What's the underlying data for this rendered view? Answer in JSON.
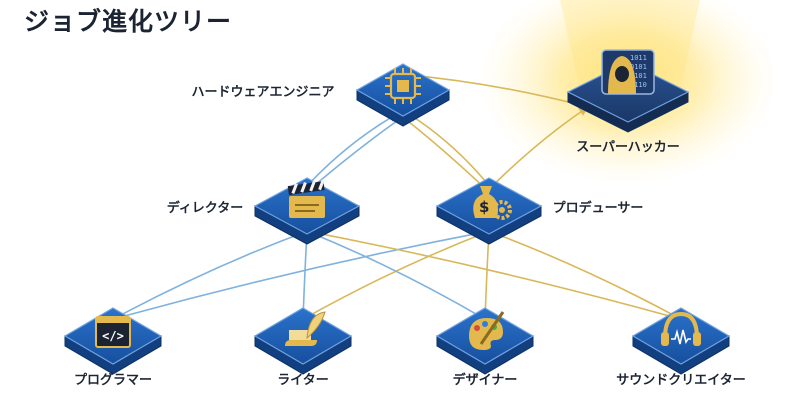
{
  "title": "ジョブ進化ツリー",
  "colors": {
    "tile_top": "#1f5fb5",
    "tile_side": "#123f80",
    "tile_border": "#0d2f63",
    "icon_gold": "#e3b94e",
    "blue_arrow": "#7fb2dd",
    "gold_arrow": "#d9b85a",
    "glow": "#ffd54a",
    "hacker_tile": "#1f3f74"
  },
  "nodes": {
    "super_hacker": {
      "label": "スーパーハッカー",
      "icon": "hooded-hacker-icon"
    },
    "hardware_eng": {
      "label": "ハードウェアエンジニア",
      "icon": "chip-icon"
    },
    "director": {
      "label": "ディレクター",
      "icon": "clapperboard-icon"
    },
    "producer": {
      "label": "プロデューサー",
      "icon": "money-bag-gear-icon"
    },
    "programmer": {
      "label": "プログラマー",
      "icon": "code-window-icon"
    },
    "writer": {
      "label": "ライター",
      "icon": "quill-scroll-icon"
    },
    "designer": {
      "label": "デザイナー",
      "icon": "palette-icon"
    },
    "sound_creator": {
      "label": "サウンドクリエイター",
      "icon": "headphones-icon"
    }
  },
  "edges": [
    {
      "from": "programmer",
      "to": "director",
      "color": "blue"
    },
    {
      "from": "programmer",
      "to": "producer",
      "color": "blue"
    },
    {
      "from": "writer",
      "to": "director",
      "color": "blue"
    },
    {
      "from": "writer",
      "to": "producer",
      "color": "gold"
    },
    {
      "from": "designer",
      "to": "director",
      "color": "blue"
    },
    {
      "from": "designer",
      "to": "producer",
      "color": "gold"
    },
    {
      "from": "sound_creator",
      "to": "director",
      "color": "gold"
    },
    {
      "from": "sound_creator",
      "to": "producer",
      "color": "gold"
    },
    {
      "from": "director",
      "to": "hardware_eng",
      "color": "blue"
    },
    {
      "from": "director",
      "to": "hardware_eng",
      "color": "blue"
    },
    {
      "from": "producer",
      "to": "hardware_eng",
      "color": "gold"
    },
    {
      "from": "producer",
      "to": "hardware_eng",
      "color": "gold"
    },
    {
      "from": "producer",
      "to": "super_hacker",
      "color": "gold"
    },
    {
      "from": "hardware_eng",
      "to": "super_hacker",
      "color": "gold"
    }
  ]
}
